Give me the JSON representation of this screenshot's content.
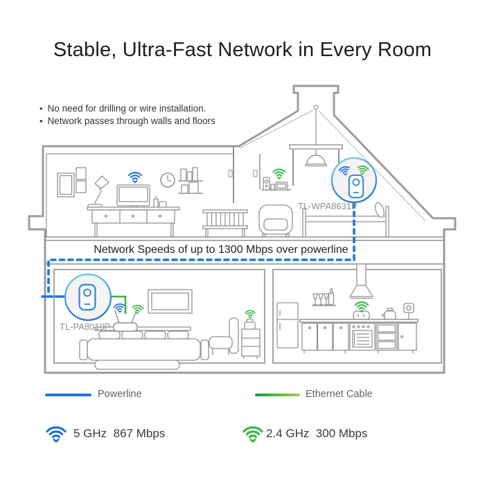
{
  "title": "Stable, Ultra-Fast Network in Every Room",
  "bullets": [
    "No need for drilling or wire installation.",
    "Network passes through walls and floors"
  ],
  "powerline_banner": "Network Speeds of up to 1300 Mbps over powerline",
  "devices": {
    "wall_extender": {
      "label": "TL-WPA8631P",
      "location": "upstairs"
    },
    "adapter": {
      "label": "TL-PA8010P",
      "location": "downstairs bedroom"
    }
  },
  "legend": [
    {
      "name": "powerline",
      "label": "Powerline",
      "color": "#1b76e0"
    },
    {
      "name": "ethernet",
      "label": "Ethernet Cable",
      "gradient": [
        "#0f9b3e",
        "#a8d43c"
      ]
    }
  ],
  "wifi_specs": [
    {
      "band": "5 GHz",
      "speed": "867 Mbps",
      "text": "5 GHz  867 Mbps",
      "color": "#2570d4"
    },
    {
      "band": "2.4 GHz",
      "speed": "300 Mbps",
      "text": "2.4 GHz  300 Mbps",
      "color": "#3bb54a"
    }
  ],
  "icons": {
    "wifi-icon": "three arcs with down chevron (Wi-Fi mark)",
    "powerline-adapter-icon": "wall plug adapter with indicator circle in round badge"
  },
  "colors": {
    "powerline": "#1b76e0",
    "ethernet": "#2fb54a",
    "wifi-blue": "#2570d4",
    "wifi-green": "#3bb54a",
    "adapter-blue": "#3f86d6",
    "outline": "#9b9b9b",
    "furniture": "#8f9193",
    "label-gray": "#8f8f8f",
    "text-dark": "#1d1d1d",
    "text-gray": "#5f6165",
    "eth-start": "#0f9b3e",
    "eth-end": "#a8d43c",
    "ring-top": "#6fd0ec",
    "ring-bottom": "#1f72d0",
    "badge-fill": "#f4f4f5"
  }
}
